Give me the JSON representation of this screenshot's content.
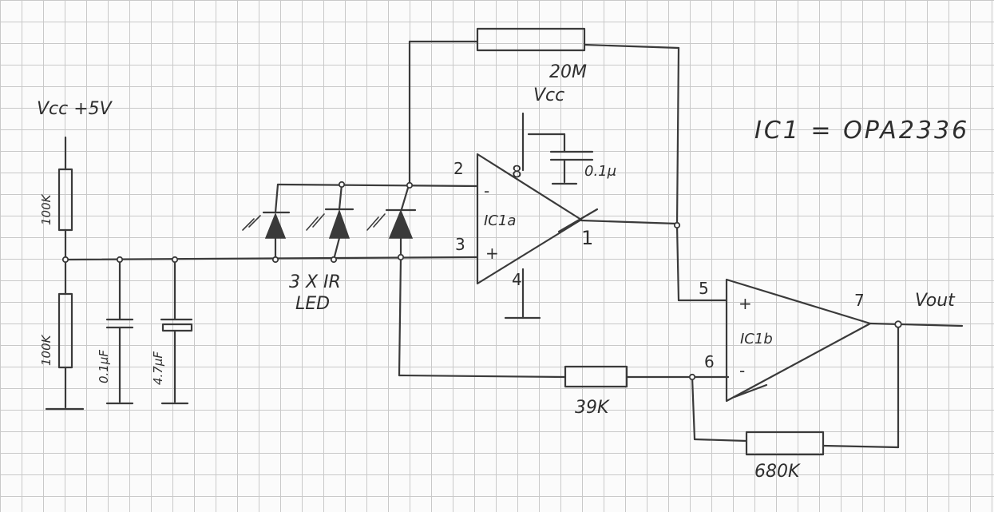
{
  "labels": {
    "supply": "Vcc +5V",
    "r_top": "100K",
    "r_bottom": "100K",
    "cap_small": "0.1μF",
    "cap_large": "4.7μF",
    "leds_line1": "3 X IR",
    "leds_line2": "LED",
    "feedback_resistor": "20M",
    "vcc": "Vcc",
    "decoupling_cap": "0.1μ",
    "ic_note": "IC1 = OPA2336",
    "opamp_a": "IC1a",
    "opamp_b": "IC1b",
    "resistor_39k": "39K",
    "resistor_680k": "680K",
    "output": "Vout"
  },
  "pins": {
    "a_inv": "2",
    "a_noninv": "3",
    "a_vcc": "8",
    "a_gnd": "4",
    "a_out": "1",
    "b_noninv": "5",
    "b_inv": "6",
    "b_out": "7",
    "minus": "-",
    "plus": "+"
  }
}
